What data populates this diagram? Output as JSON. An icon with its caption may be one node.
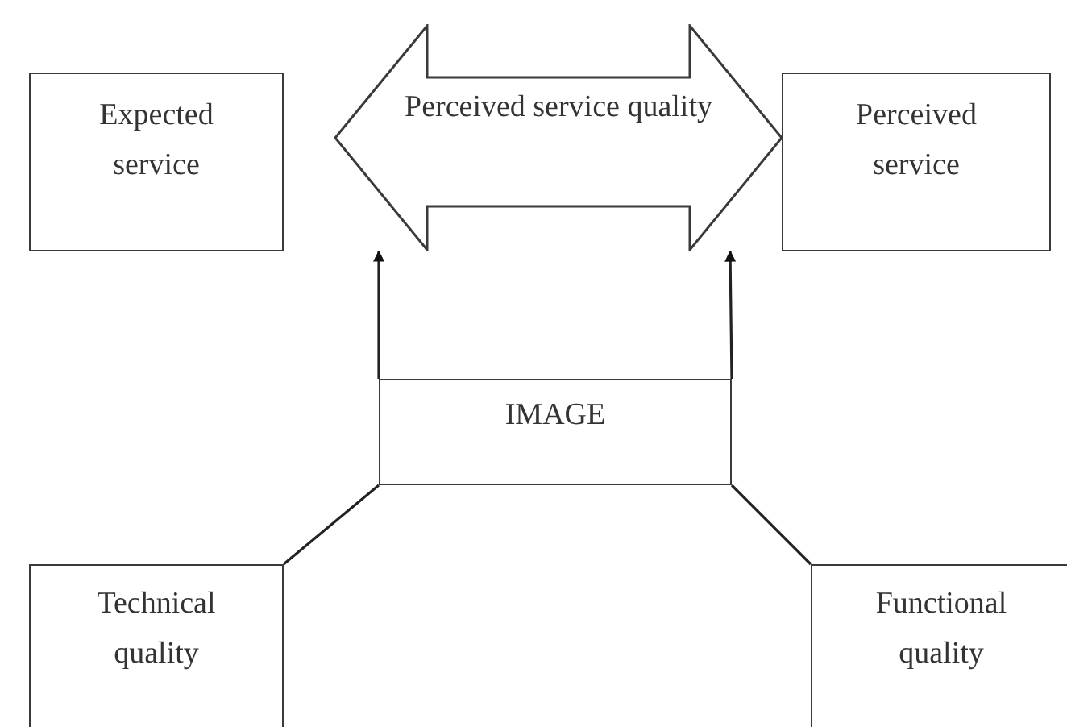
{
  "diagram": {
    "nodes": [
      {
        "text": [
          "Expected service"
        ]
      },
      {
        "text": [
          "Perceived service quality"
        ]
      },
      {
        "text": [
          "Perceived service"
        ]
      },
      {
        "text": [
          "IMAGE"
        ]
      },
      {
        "text": [
          "Technical quality"
        ]
      },
      {
        "text": [
          "Functional quality"
        ]
      }
    ],
    "edges": [
      {
        "from": 3,
        "to": 1,
        "arrow": "to"
      },
      {
        "from": 3,
        "to": 1,
        "arrow": "to"
      },
      {
        "from": 4,
        "to": 3,
        "arrow": "none"
      },
      {
        "from": 5,
        "to": 3,
        "arrow": "none"
      }
    ]
  }
}
